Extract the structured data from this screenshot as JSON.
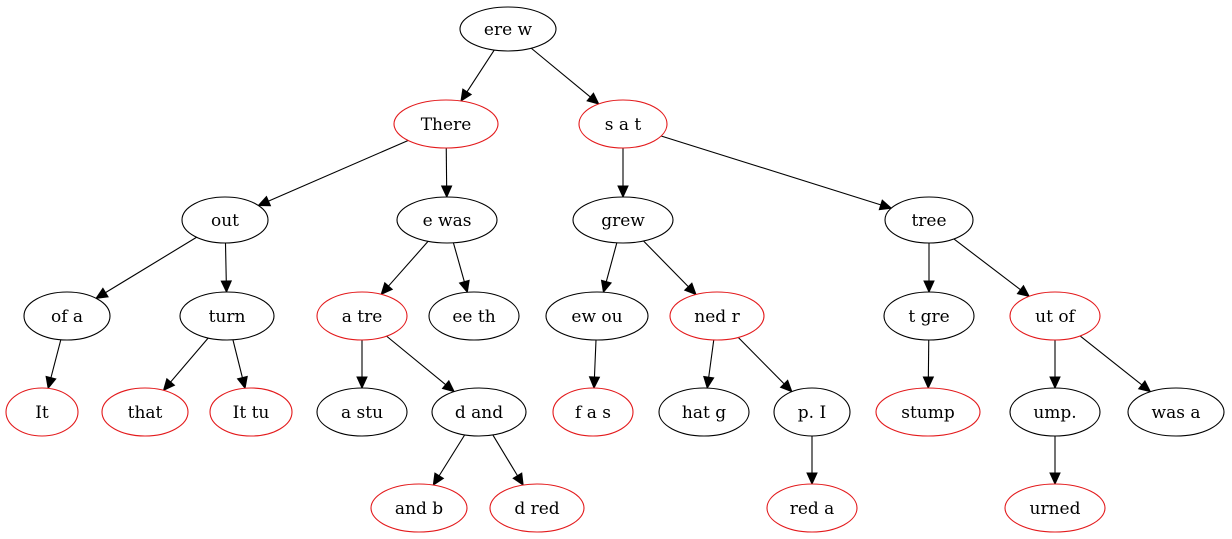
{
  "colors": {
    "normal": "#000000",
    "highlight": "#e31a1c"
  },
  "nodes": [
    {
      "id": "n0",
      "label": "ere w",
      "color": "normal"
    },
    {
      "id": "n1",
      "label": "There",
      "color": "highlight"
    },
    {
      "id": "n2",
      "label": "s a t",
      "color": "highlight"
    },
    {
      "id": "n3",
      "label": "out",
      "color": "normal"
    },
    {
      "id": "n4",
      "label": "e was",
      "color": "normal"
    },
    {
      "id": "n5",
      "label": "grew",
      "color": "normal"
    },
    {
      "id": "n6",
      "label": "tree",
      "color": "normal"
    },
    {
      "id": "n7",
      "label": "of a",
      "color": "normal"
    },
    {
      "id": "n8",
      "label": "turn",
      "color": "normal"
    },
    {
      "id": "n9",
      "label": "a tre",
      "color": "highlight"
    },
    {
      "id": "n10",
      "label": "ee th",
      "color": "normal"
    },
    {
      "id": "n11",
      "label": "ew ou",
      "color": "normal"
    },
    {
      "id": "n12",
      "label": "ned r",
      "color": "highlight"
    },
    {
      "id": "n13",
      "label": "t gre",
      "color": "normal"
    },
    {
      "id": "n14",
      "label": "ut of",
      "color": "highlight"
    },
    {
      "id": "n15",
      "label": "It",
      "color": "highlight"
    },
    {
      "id": "n16",
      "label": "that",
      "color": "highlight"
    },
    {
      "id": "n17",
      "label": "It tu",
      "color": "highlight"
    },
    {
      "id": "n18",
      "label": "a stu",
      "color": "normal"
    },
    {
      "id": "n19",
      "label": "d and",
      "color": "normal"
    },
    {
      "id": "n20",
      "label": "f a s",
      "color": "highlight"
    },
    {
      "id": "n21",
      "label": "hat g",
      "color": "normal"
    },
    {
      "id": "n22",
      "label": "p.  I",
      "color": "normal"
    },
    {
      "id": "n23",
      "label": "stump",
      "color": "highlight"
    },
    {
      "id": "n24",
      "label": "ump.",
      "color": "normal"
    },
    {
      "id": "n25",
      "label": "was a",
      "color": "normal"
    },
    {
      "id": "n26",
      "label": "and b",
      "color": "highlight"
    },
    {
      "id": "n27",
      "label": "d red",
      "color": "highlight"
    },
    {
      "id": "n28",
      "label": "red a",
      "color": "highlight"
    },
    {
      "id": "n29",
      "label": "urned",
      "color": "highlight"
    }
  ],
  "edges": [
    [
      "n0",
      "n1"
    ],
    [
      "n0",
      "n2"
    ],
    [
      "n1",
      "n3"
    ],
    [
      "n1",
      "n4"
    ],
    [
      "n2",
      "n5"
    ],
    [
      "n2",
      "n6"
    ],
    [
      "n3",
      "n7"
    ],
    [
      "n3",
      "n8"
    ],
    [
      "n4",
      "n9"
    ],
    [
      "n4",
      "n10"
    ],
    [
      "n5",
      "n11"
    ],
    [
      "n5",
      "n12"
    ],
    [
      "n6",
      "n13"
    ],
    [
      "n6",
      "n14"
    ],
    [
      "n7",
      "n15"
    ],
    [
      "n8",
      "n16"
    ],
    [
      "n8",
      "n17"
    ],
    [
      "n9",
      "n18"
    ],
    [
      "n9",
      "n19"
    ],
    [
      "n11",
      "n20"
    ],
    [
      "n12",
      "n21"
    ],
    [
      "n12",
      "n22"
    ],
    [
      "n13",
      "n23"
    ],
    [
      "n14",
      "n24"
    ],
    [
      "n14",
      "n25"
    ],
    [
      "n19",
      "n26"
    ],
    [
      "n19",
      "n27"
    ],
    [
      "n22",
      "n28"
    ],
    [
      "n24",
      "n29"
    ]
  ]
}
